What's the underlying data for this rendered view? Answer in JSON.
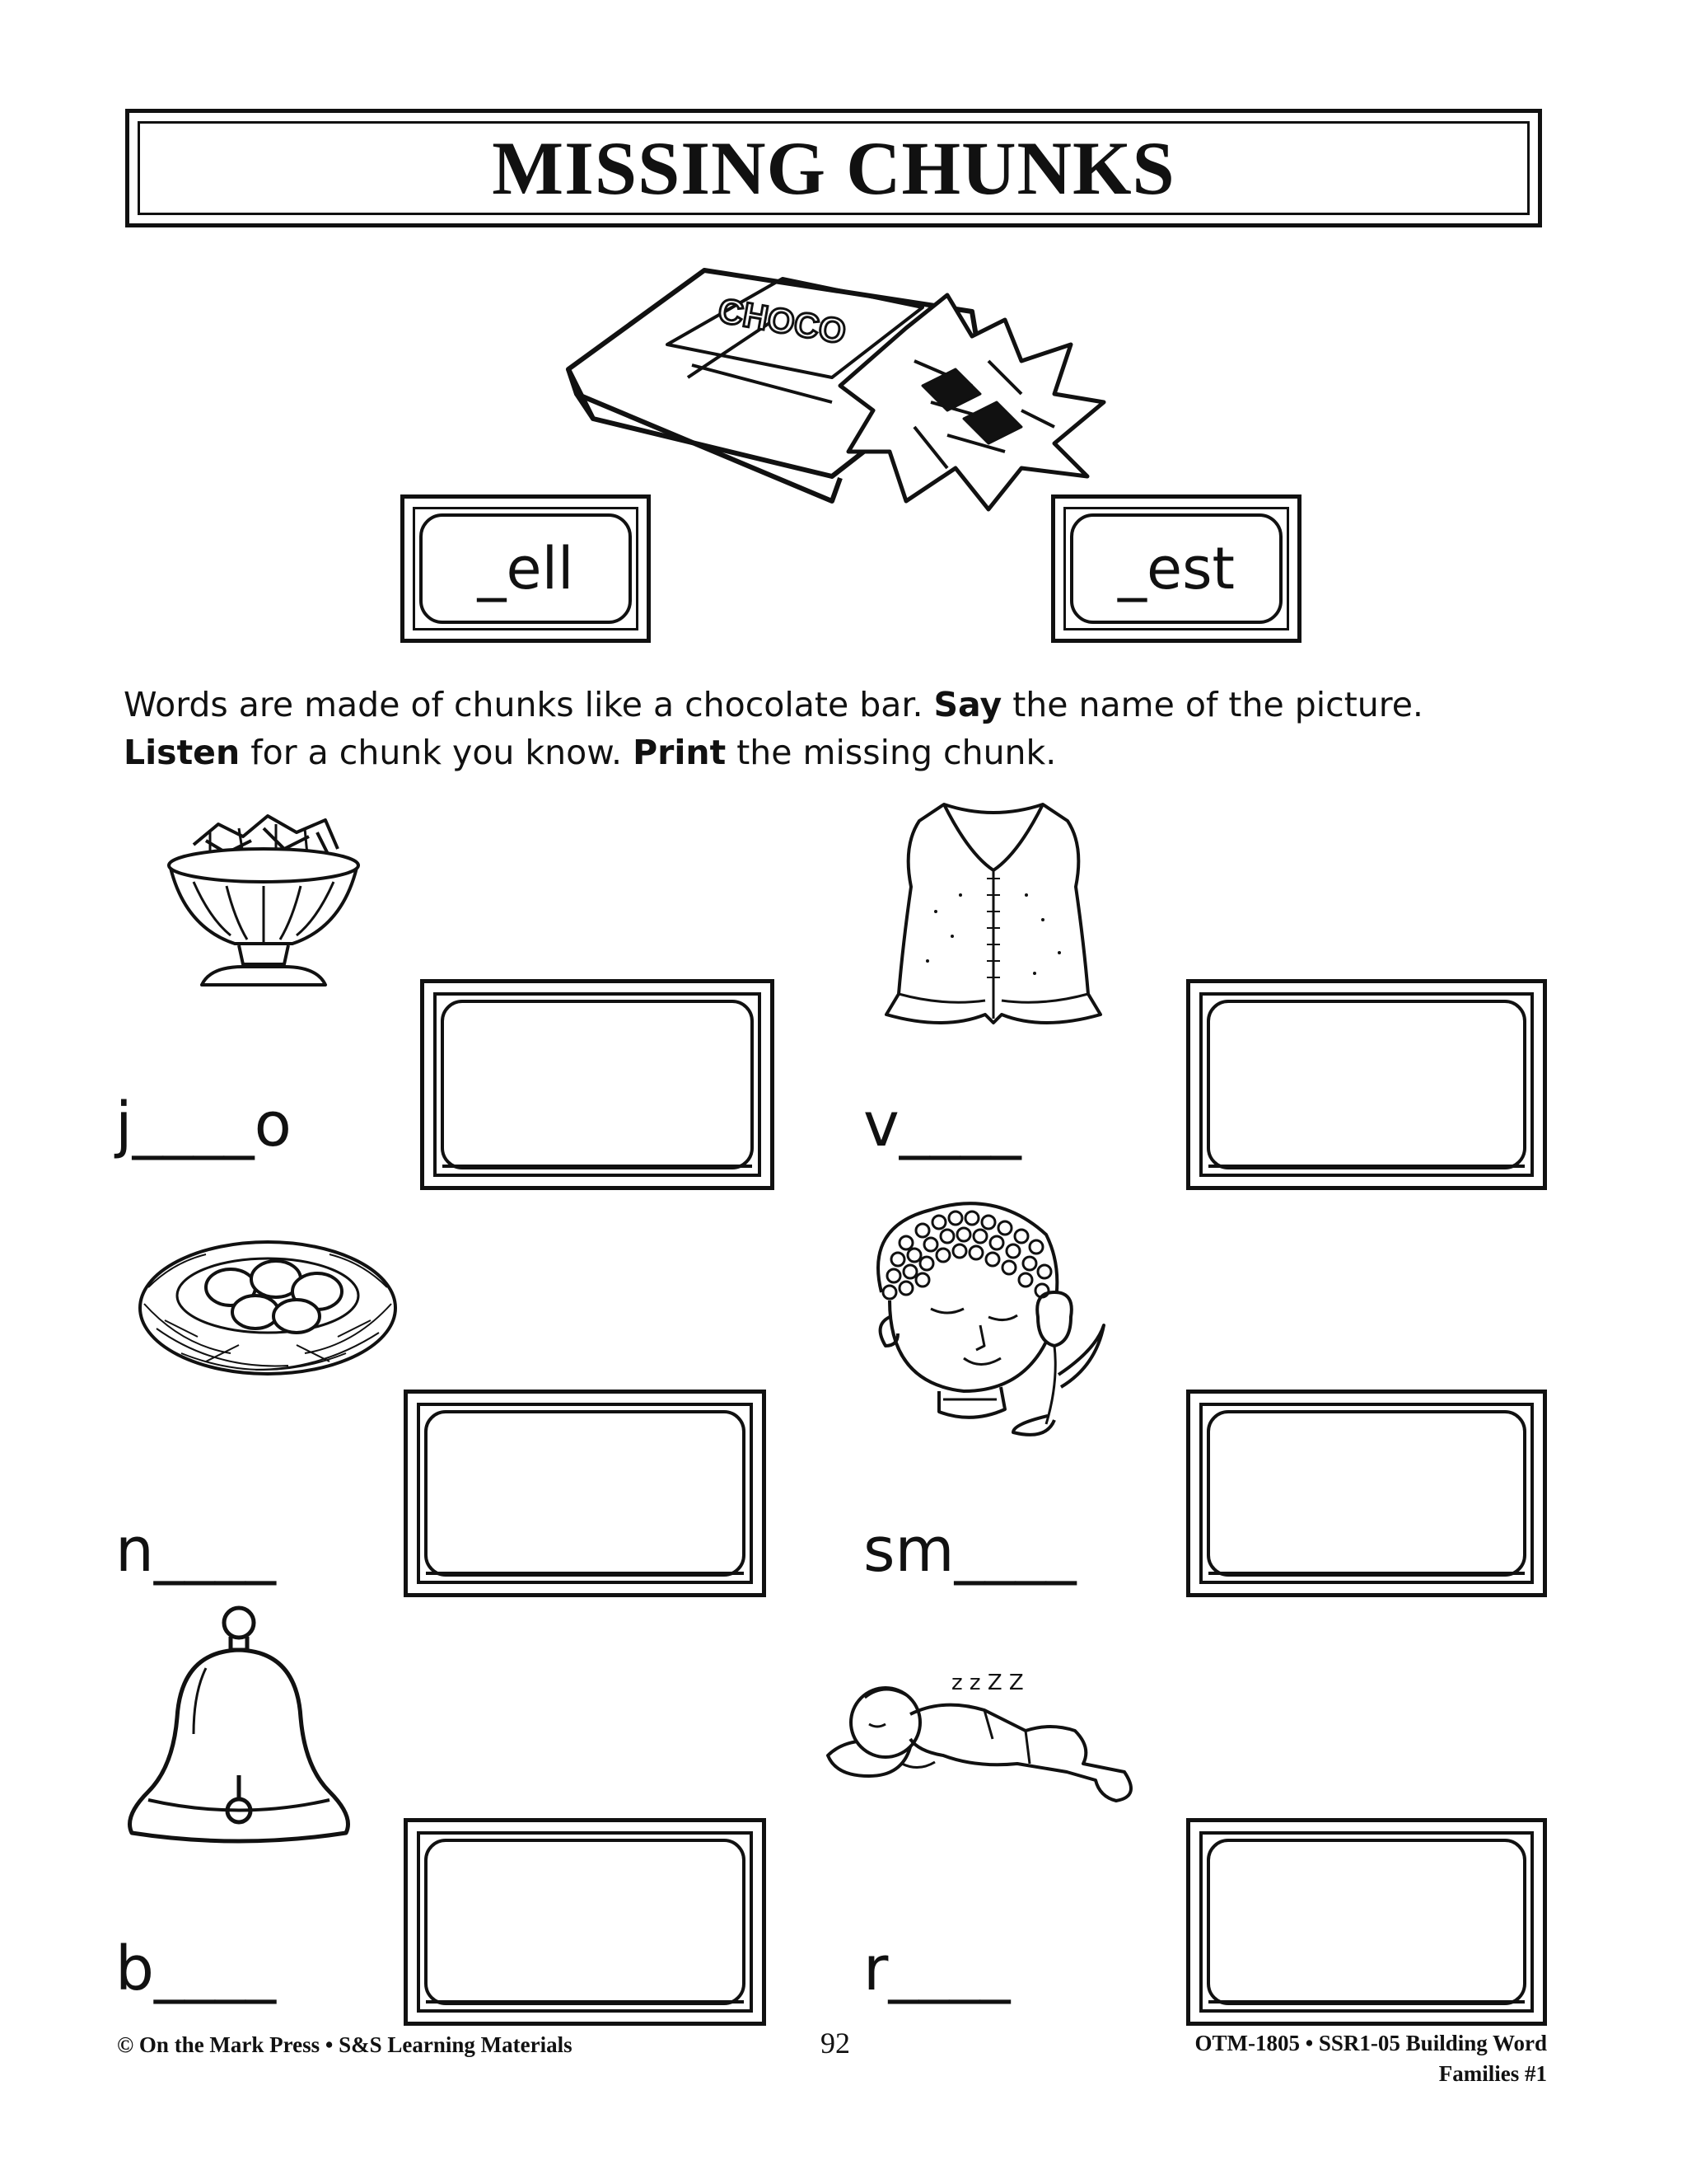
{
  "title": "MISSING CHUNKS",
  "chunks": [
    "_ell",
    "_est"
  ],
  "instructions": {
    "line1_a": "Words are made of chunks like a chocolate bar. ",
    "line1_b": "Say",
    "line1_c": " the name of the picture.",
    "line2_a": "Listen",
    "line2_b": " for a chunk you know. ",
    "line2_c": "Print",
    "line2_d": " the missing chunk."
  },
  "items": [
    {
      "picture": "jello-bowl",
      "prefix": "j",
      "blanks": "____",
      "suffix": "o"
    },
    {
      "picture": "vest",
      "prefix": "v",
      "blanks": "____",
      "suffix": ""
    },
    {
      "picture": "nest",
      "prefix": "n",
      "blanks": "____",
      "suffix": ""
    },
    {
      "picture": "boy-smelling-flower",
      "prefix": "sm",
      "blanks": "____",
      "suffix": ""
    },
    {
      "picture": "bell",
      "prefix": "b",
      "blanks": "____",
      "suffix": ""
    },
    {
      "picture": "sleeping-boy",
      "prefix": "r",
      "blanks": "____",
      "suffix": ""
    }
  ],
  "chocolate_label": "CHOCO",
  "sleep_zs": "z z Z Z",
  "footer": {
    "left": "© On the Mark Press • S&S Learning Materials",
    "page": "92",
    "right_1": "OTM-1805 • SSR1-05 Building Word",
    "right_2": "Families #1"
  }
}
